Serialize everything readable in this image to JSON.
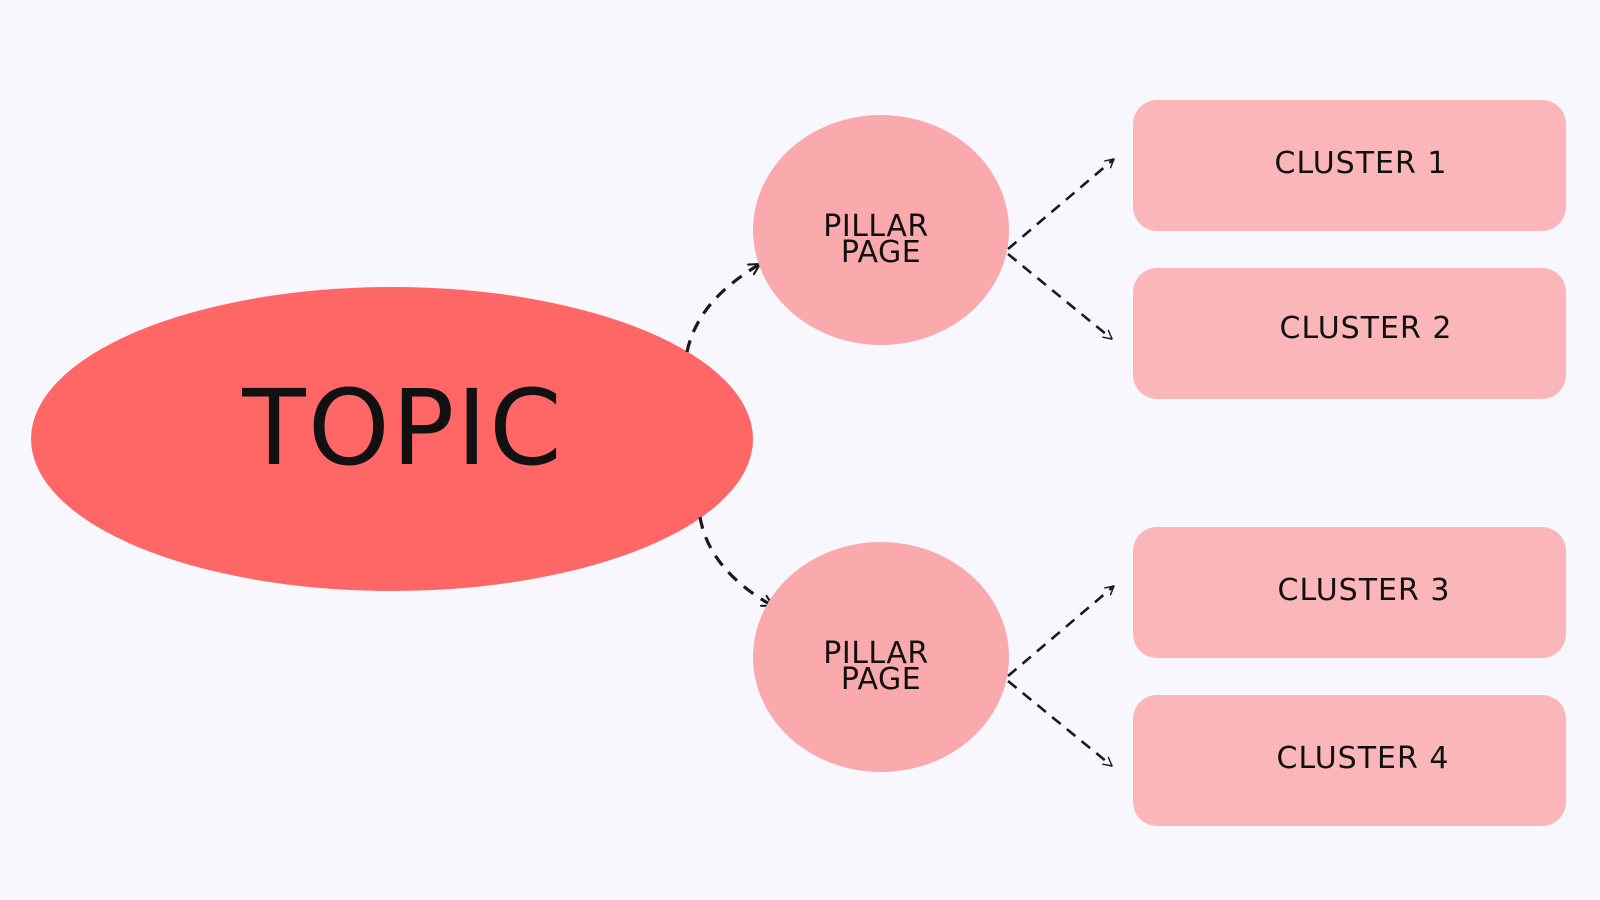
{
  "colors": {
    "background": "#F8F7FD",
    "topic_fill": "#FF6767",
    "pillar_fill": "#FAA9AD",
    "cluster_fill": "#FBB6BA",
    "line": "#1A1A1A",
    "text": "#111111"
  },
  "topic": {
    "label": "TOPIC"
  },
  "pillars": [
    {
      "line1": "PILLAR",
      "line2": "PAGE"
    },
    {
      "line1": "PILLAR",
      "line2": "PAGE"
    }
  ],
  "clusters": [
    {
      "label": "CLUSTER 1"
    },
    {
      "label": "CLUSTER 2"
    },
    {
      "label": "CLUSTER 3"
    },
    {
      "label": "CLUSTER 4"
    }
  ]
}
